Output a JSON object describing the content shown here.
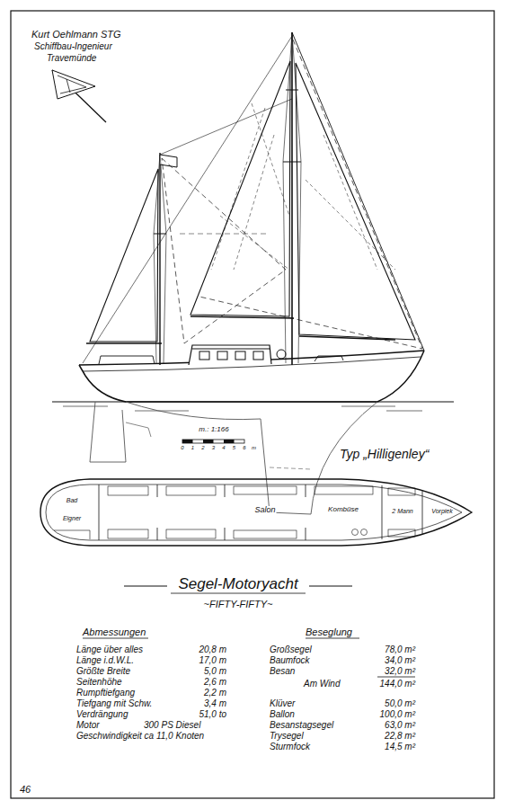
{
  "diagram": {
    "title": "Segel-Motoryacht",
    "labels": [
      "Kurt Oehlmann STG",
      "Schiffbau-Ingenieur",
      "Travemünde",
      "m.: 1:166",
      "0",
      "1",
      "2",
      "3",
      "4",
      "5",
      "6",
      "m",
      "Typ „Hilligenley“",
      "Bad",
      "Eigner",
      "Salon",
      "Kombüse",
      "2 Mann",
      "Vorpiek",
      "~FIFTY-FIFTY~",
      "Abmessungen",
      "Länge über alles",
      "20,8 m",
      "Länge i.d.W.L.",
      "17,0 m",
      "Größte Breite",
      "5,0 m",
      "Seitenhöhe",
      "2,6 m",
      "Rumpftiefgang",
      "2,2 m",
      "Tiefgang mit Schw.",
      "3,4 m",
      "Verdrängung",
      "51,0 to",
      "Motor",
      "300 PS Diesel",
      "Geschwindigkeit ca 11,0 Knoten",
      "Beseglung",
      "Großsegel",
      "78,0 m²",
      "Baumfock",
      "34,0 m²",
      "Besan",
      "32,0 m²",
      "Am Wind",
      "144,0 m²",
      "Klüver",
      "50,0 m²",
      "Ballon",
      "100,0 m²",
      "Besanstagsegel",
      "63,0 m²",
      "Trysegel",
      "22,8 m²",
      "Sturmfock",
      "14,5 m²",
      "46"
    ]
  }
}
